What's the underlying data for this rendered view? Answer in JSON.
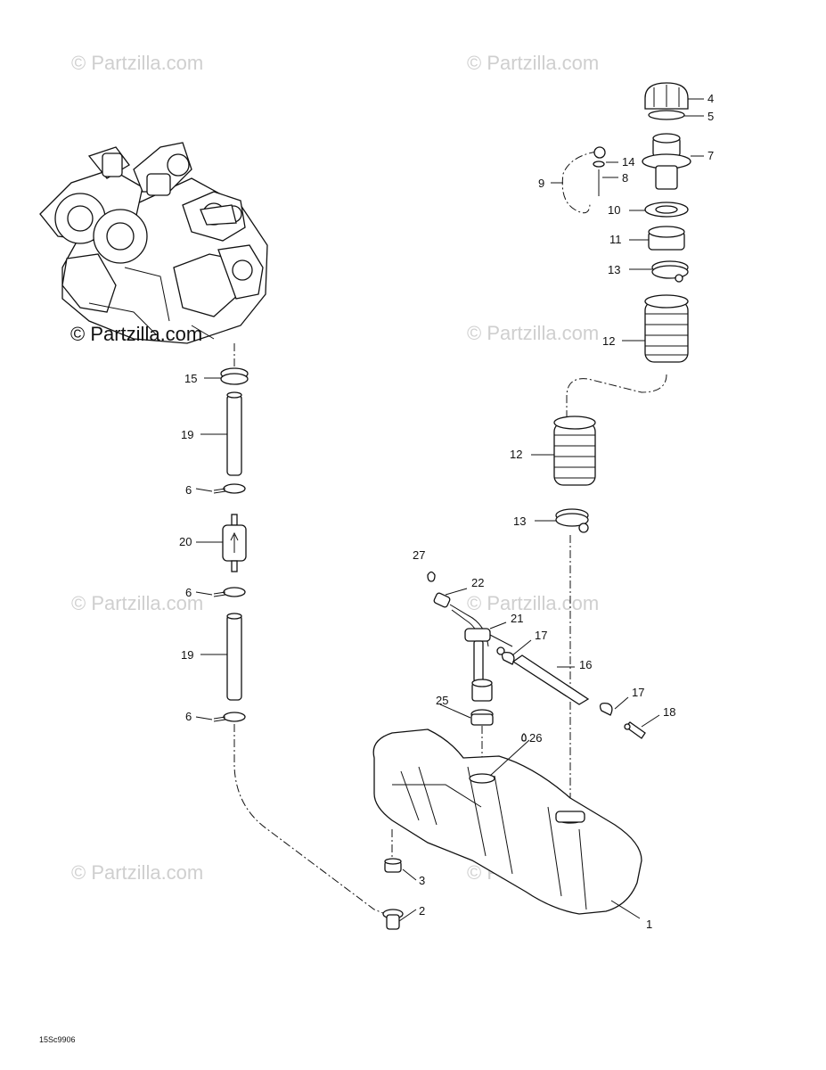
{
  "watermark": {
    "text": "© Partzilla.com",
    "text_dark": "© Partzilla.com"
  },
  "reference_code": "15Sc9906",
  "callouts": {
    "c1": "1",
    "c2": "2",
    "c3": "3",
    "c4": "4",
    "c5": "5",
    "c6a": "6",
    "c6b": "6",
    "c6c": "6",
    "c7": "7",
    "c8": "8",
    "c9": "9",
    "c10": "10",
    "c11": "11",
    "c12a": "12",
    "c12b": "12",
    "c13a": "13",
    "c13b": "13",
    "c14": "14",
    "c15": "15",
    "c16": "16",
    "c17a": "17",
    "c17b": "17",
    "c18": "18",
    "c19a": "19",
    "c19b": "19",
    "c20": "20",
    "c21": "21",
    "c22": "22",
    "c25": "25",
    "c26": "26",
    "c27": "27"
  }
}
